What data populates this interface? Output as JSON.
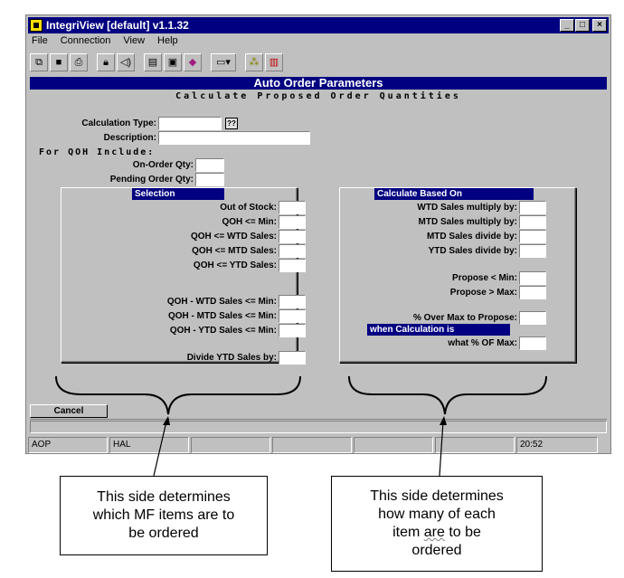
{
  "window": {
    "title": "IntegriView [default]  v1.1.32",
    "controls": {
      "minimize": "_",
      "maximize": "□",
      "close": "×"
    }
  },
  "menu": [
    "File",
    "Connection",
    "View",
    "Help"
  ],
  "toolbar_icons": [
    "copy-icon",
    "save-icon",
    "print-icon",
    "lock-icon",
    "speaker-icon",
    "page-setup-icon",
    "monitor-icon",
    "eraser-icon",
    "document-dropdown-icon",
    "network-icon",
    "chart-icon"
  ],
  "form": {
    "header": "Auto Order Parameters",
    "subtitle": "Calculate Proposed Order Quantities",
    "calc_type_label": "Calculation Type:",
    "calc_type_lookup": "??",
    "description_label": "Description:",
    "for_qoh": "For QOH Include:",
    "on_order_label": "On-Order Qty:",
    "pending_order_label": "Pending Order Qty:"
  },
  "selection": {
    "header": "Selection",
    "fields": [
      "Out of Stock:",
      "QOH <= Min:",
      "QOH <= WTD Sales:",
      "QOH <= MTD Sales:",
      "QOH <= YTD Sales:",
      "QOH - WTD Sales <= Min:",
      "QOH - MTD Sales <= Min:",
      "QOH - YTD Sales <= Min:",
      "Divide YTD Sales by:"
    ]
  },
  "calculate": {
    "header": "Calculate Based On",
    "fields": [
      "WTD Sales multiply by:",
      "MTD Sales multiply by:",
      "MTD Sales divide by:",
      "YTD Sales divide by:",
      "Propose < Min:",
      "Propose > Max:",
      "% Over Max to Propose:"
    ],
    "subheader": "when Calculation is",
    "last_field": "what % OF Max:"
  },
  "cancel_label": "Cancel",
  "status": {
    "s1": "AOP",
    "s2": "HAL",
    "time": "20:52"
  },
  "callouts": {
    "left": "This side determines\nwhich MF items are to\nbe ordered",
    "right_1": "This side determines\nhow many of each\nitem ",
    "right_are": "are",
    "right_2": " to be\nordered"
  }
}
